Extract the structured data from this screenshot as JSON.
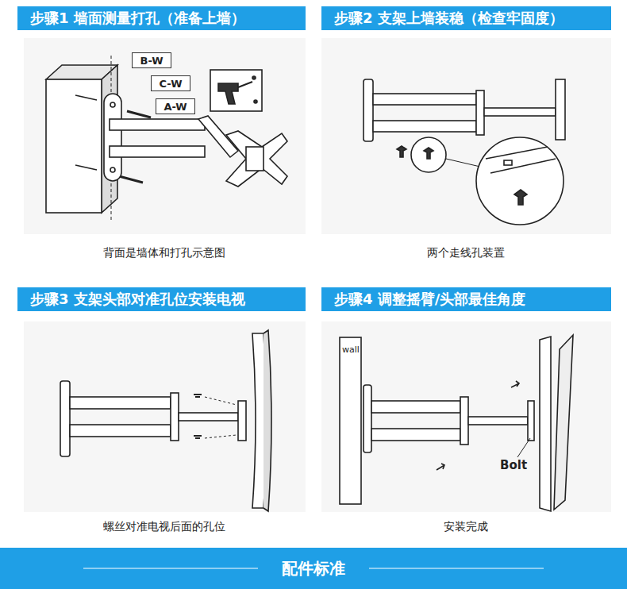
{
  "diagram": {
    "nodes": [
      {
        "text": [
          "步骤1  墙面测量打孔（准备上墙）"
        ]
      },
      {
        "text": [
          "B-W"
        ]
      },
      {
        "text": [
          "C-W"
        ]
      },
      {
        "text": [
          "A-W"
        ]
      },
      {
        "text": [
          "步骤2  支架上墙装稳（检查牢固度）"
        ]
      },
      {
        "text": [
          "步骤3  支架头部对准孔位安装电视"
        ]
      },
      {
        "text": [
          "步骤4  调整摇臂/头部最佳角度"
        ]
      },
      {
        "text": [
          "配件标准"
        ]
      }
    ],
    "edges": [],
    "labels": [
      "背面是墙体和打孔示意图",
      "两个走线孔装置",
      "螺丝对准电视后面的孔位",
      "安装完成",
      "wall",
      "Bolt"
    ]
  }
}
